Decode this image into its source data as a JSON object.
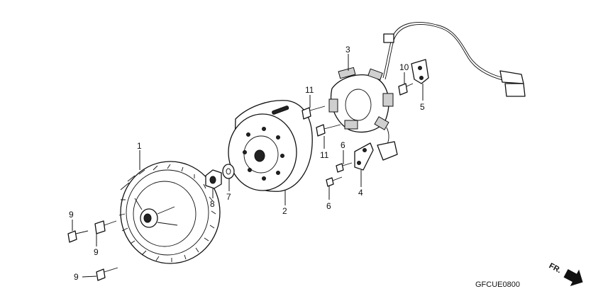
{
  "labels": {
    "p1": "1",
    "p2": "2",
    "p3": "3",
    "p4": "4",
    "p5": "5",
    "p6a": "6",
    "p6b": "6",
    "p7": "7",
    "p8": "8",
    "p9a": "9",
    "p9b": "9",
    "p9c": "9",
    "p10": "10",
    "p11a": "11",
    "p11b": "11"
  },
  "diagram_code": "GFCUE0800",
  "direction_marker": "FR."
}
